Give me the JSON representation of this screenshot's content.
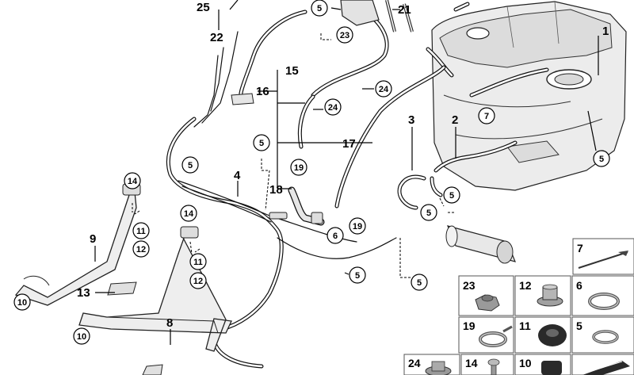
{
  "labels": {
    "l1": "1",
    "l2": "2",
    "l3": "3",
    "l4": "4",
    "l8": "8",
    "l9": "9",
    "l13": "13",
    "l15": "15",
    "l16": "16",
    "l17": "17",
    "l18": "18",
    "l21": "21",
    "l22": "22",
    "l25": "25"
  },
  "callouts": {
    "c5a": "5",
    "c5b": "5",
    "c5c": "5",
    "c5d": "5",
    "c5e": "5",
    "c5f": "5",
    "c5g": "5",
    "c5h": "5",
    "c6": "6",
    "c7": "7",
    "c10a": "10",
    "c10b": "10",
    "c11a": "11",
    "c11b": "11",
    "c12a": "12",
    "c12b": "12",
    "c14a": "14",
    "c14b": "14",
    "c19a": "19",
    "c19b": "19",
    "c23": "23",
    "c24a": "24",
    "c24b": "24"
  },
  "thumbnails": {
    "t7": "7",
    "t23": "23",
    "t12": "12",
    "t6": "6",
    "t19": "19",
    "t11": "11",
    "t5": "5",
    "t24": "24",
    "t14": "14",
    "t10": "10"
  },
  "colors": {
    "line": "#000000",
    "background": "#ffffff",
    "part_fill": "#e8e8e8"
  }
}
